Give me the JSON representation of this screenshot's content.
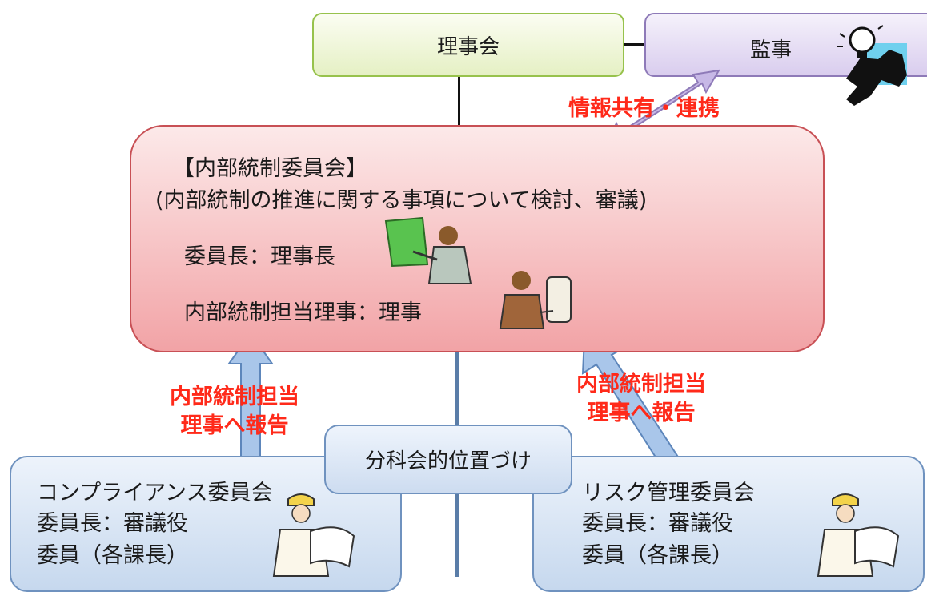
{
  "board": {
    "label": "理事会"
  },
  "auditor": {
    "label": "監事"
  },
  "info_share": {
    "label": "情報共有・連携"
  },
  "internal_control_committee": {
    "title": "【内部統制委員会】",
    "description": "(内部統制の推進に関する事項について検討、審議)",
    "chair": "委員長：理事長",
    "officer": "内部統制担当理事：理事"
  },
  "report_left": {
    "line1": "内部統制担当",
    "line2": "理事へ報告"
  },
  "report_right": {
    "line1": "内部統制担当",
    "line2": "理事へ報告"
  },
  "subcommittee_position": {
    "label": "分科会的位置づけ"
  },
  "compliance_committee": {
    "title": "コンプライアンス委員会",
    "chair": "委員長：審議役",
    "members": "委員（各課長）"
  },
  "risk_committee": {
    "title": "リスク管理委員会",
    "chair": "委員長：審議役",
    "members": "委員（各課長）"
  },
  "colors": {
    "board_fill": "#e5f0c4",
    "auditor_fill": "#d9cdee",
    "committee_fill": "#f2a3a6",
    "subcommittee_fill": "#c6d8ee",
    "report_text": "#ff2a1a",
    "arrow_fill": "#a9c6ea"
  },
  "icons": [
    "lightbulb-person-icon",
    "presenter-icon",
    "computer-user-icon",
    "engineer-with-blueprint-icon"
  ]
}
